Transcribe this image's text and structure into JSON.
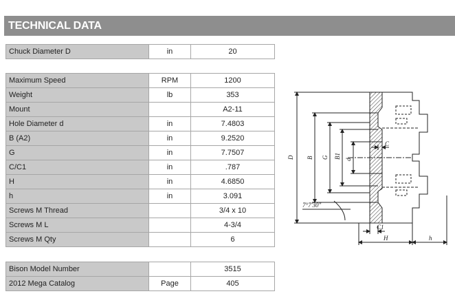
{
  "header": {
    "title": "TECHNICAL DATA"
  },
  "table1": [
    {
      "label": "Chuck Diameter D",
      "unit": "in",
      "value": "20"
    }
  ],
  "table2": [
    {
      "label": "Maximum Speed",
      "unit": "RPM",
      "value": "1200"
    },
    {
      "label": "Weight",
      "unit": "lb",
      "value": "353"
    },
    {
      "label": "Mount",
      "unit": "",
      "value": "A2-11"
    },
    {
      "label": "Hole Diameter d",
      "unit": "in",
      "value": "7.4803"
    },
    {
      "label": "B (A2)",
      "unit": "in",
      "value": "9.2520"
    },
    {
      "label": "G",
      "unit": "in",
      "value": "7.7507"
    },
    {
      "label": "C/C1",
      "unit": "in",
      "value": ".787"
    },
    {
      "label": "H",
      "unit": "in",
      "value": "4.6850"
    },
    {
      "label": "h",
      "unit": "in",
      "value": "3.091"
    },
    {
      "label": "Screws M Thread",
      "unit": "",
      "value": "3/4 x 10"
    },
    {
      "label": "Screws M L",
      "unit": "",
      "value": "4-3/4"
    },
    {
      "label": "Screws M Qty",
      "unit": "",
      "value": "6"
    }
  ],
  "table3": [
    {
      "label": "Bison Model Number",
      "unit": "",
      "value": "3515"
    },
    {
      "label": "2012 Mega Catalog",
      "unit": "Page",
      "value": "405"
    }
  ],
  "drawing": {
    "labels": {
      "d_big": "D",
      "b": "B",
      "g": "G",
      "b1": "B1",
      "d_small": "d",
      "c": "C",
      "c1": "C1",
      "h_big": "H",
      "h_small": "h",
      "angle": "7°7'30\""
    }
  }
}
